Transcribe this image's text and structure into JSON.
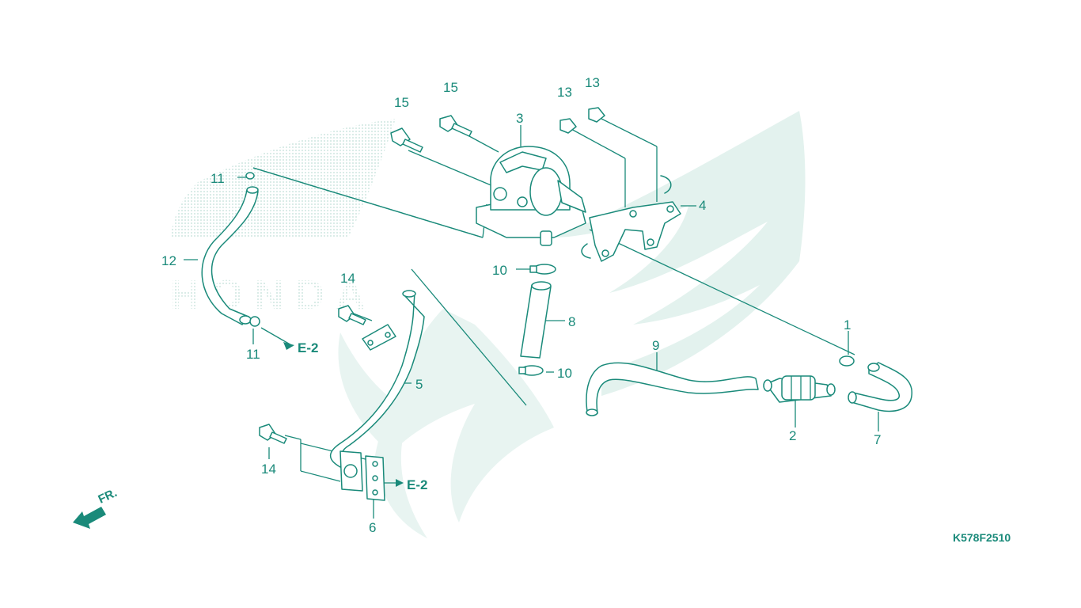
{
  "colors": {
    "line": "#1a8a7a",
    "watermark": "#e3f2ee",
    "background": "#ffffff"
  },
  "watermark": {
    "text": "HONDA",
    "icon": "honda-wing-logo"
  },
  "callouts": [
    {
      "id": "c1",
      "text": "1"
    },
    {
      "id": "c2",
      "text": "2"
    },
    {
      "id": "c3",
      "text": "3"
    },
    {
      "id": "c4",
      "text": "4"
    },
    {
      "id": "c5",
      "text": "5"
    },
    {
      "id": "c6",
      "text": "6"
    },
    {
      "id": "c7",
      "text": "7"
    },
    {
      "id": "c8",
      "text": "8"
    },
    {
      "id": "c9",
      "text": "9"
    },
    {
      "id": "c10a",
      "text": "10"
    },
    {
      "id": "c10b",
      "text": "10"
    },
    {
      "id": "c11a",
      "text": "11"
    },
    {
      "id": "c11b",
      "text": "11"
    },
    {
      "id": "c12",
      "text": "12"
    },
    {
      "id": "c13a",
      "text": "13"
    },
    {
      "id": "c13b",
      "text": "13"
    },
    {
      "id": "c14a",
      "text": "14"
    },
    {
      "id": "c14b",
      "text": "14"
    },
    {
      "id": "c15a",
      "text": "15"
    },
    {
      "id": "c15b",
      "text": "15"
    }
  ],
  "references": [
    {
      "id": "ref-a",
      "text": "E-2"
    },
    {
      "id": "ref-b",
      "text": "E-2"
    }
  ],
  "direction": {
    "text": "FR.",
    "icon": "front-arrow-icon"
  },
  "diagram_code": "K578F2510"
}
